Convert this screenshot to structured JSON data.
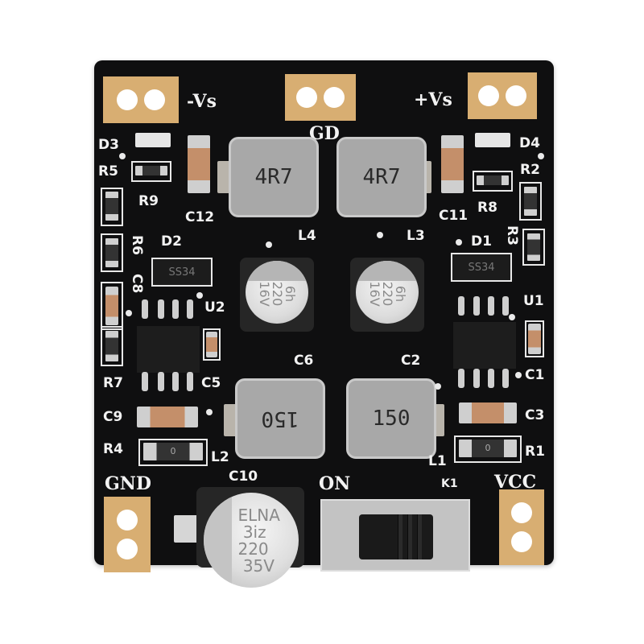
{
  "image": {
    "subject": "Dual-output DC-DC switching power supply module PCB (black soldermask)",
    "colors": {
      "background": "#ffffff",
      "board": "#0f0f10",
      "pad_gold": "#d8ae72",
      "silkscreen": "#f2f2f2",
      "inductor": "#a8a8a8"
    }
  },
  "terminals": {
    "neg_vs": "-Vs",
    "gnd_out": "GD",
    "pos_vs": "+Vs",
    "gnd_in": "GND",
    "vcc_in": "VCC",
    "switch_label": "ON"
  },
  "labels": {
    "D3": "D3",
    "D4": "D4",
    "R5": "R5",
    "R2": "R2",
    "R9": "R9",
    "R8": "R8",
    "C12": "C12",
    "C11": "C11",
    "L4": "L4",
    "L3": "L3",
    "R6": "R6",
    "R3": "R3",
    "D2": "D2",
    "D1": "D1",
    "C8": "C8",
    "U2": "U2",
    "U1": "U1",
    "C6": "C6",
    "C2": "C2",
    "R7": "R7",
    "C5": "C5",
    "C1": "C1",
    "C9": "C9",
    "C3": "C3",
    "R4": "R4",
    "R1": "R1",
    "L2": "L2",
    "L1": "L1",
    "C10": "C10",
    "K1": "K1"
  },
  "components": {
    "inductor_L4": "4R7",
    "inductor_L3": "4R7",
    "inductor_L2": "150",
    "inductor_L1": "150",
    "diode_D2": "SS34",
    "diode_D1": "SS34",
    "cap_C6": "6h\n220\n16V",
    "cap_C2": "6h\n220\n16V",
    "cap_C10": "ELNA\n 3iz\n220\n 35V",
    "resistor_R4": "0",
    "resistor_R1": "0"
  }
}
